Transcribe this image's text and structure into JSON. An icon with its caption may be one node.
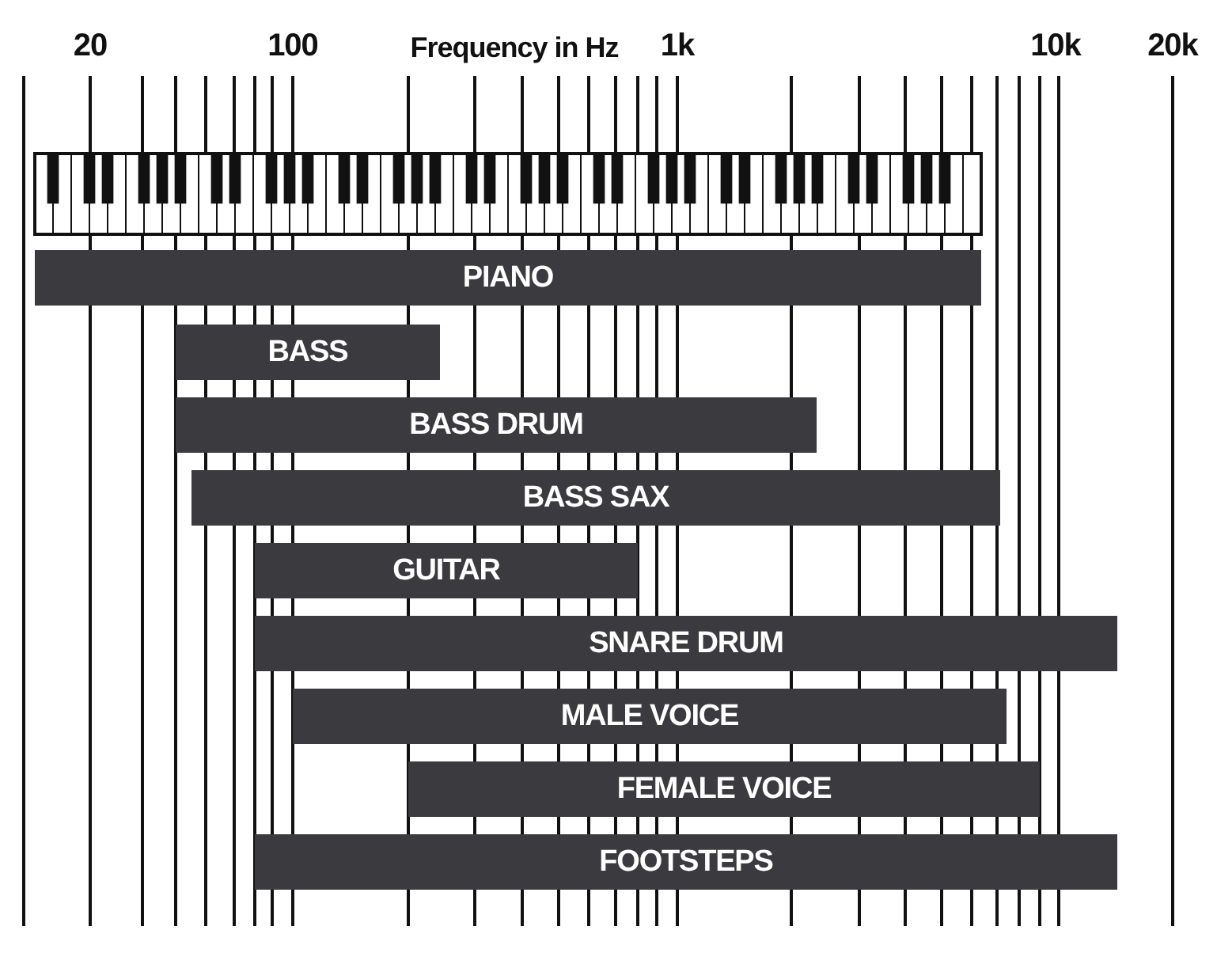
{
  "diagram": {
    "nodes": [
      {
        "text": [
          "PIANO"
        ]
      },
      {
        "text": [
          "BASS"
        ]
      },
      {
        "text": [
          "BASS DRUM"
        ]
      },
      {
        "text": [
          "BASS SAX"
        ]
      },
      {
        "text": [
          "GUITAR"
        ]
      },
      {
        "text": [
          "SNARE DRUM"
        ]
      },
      {
        "text": [
          "MALE VOICE"
        ]
      },
      {
        "text": [
          "FEMALE VOICE"
        ]
      },
      {
        "text": [
          "FOOTSTEPS"
        ]
      }
    ],
    "labels": [
      "20",
      "100",
      "Frequency in Hz",
      "1k",
      "10k",
      "20k"
    ]
  }
}
